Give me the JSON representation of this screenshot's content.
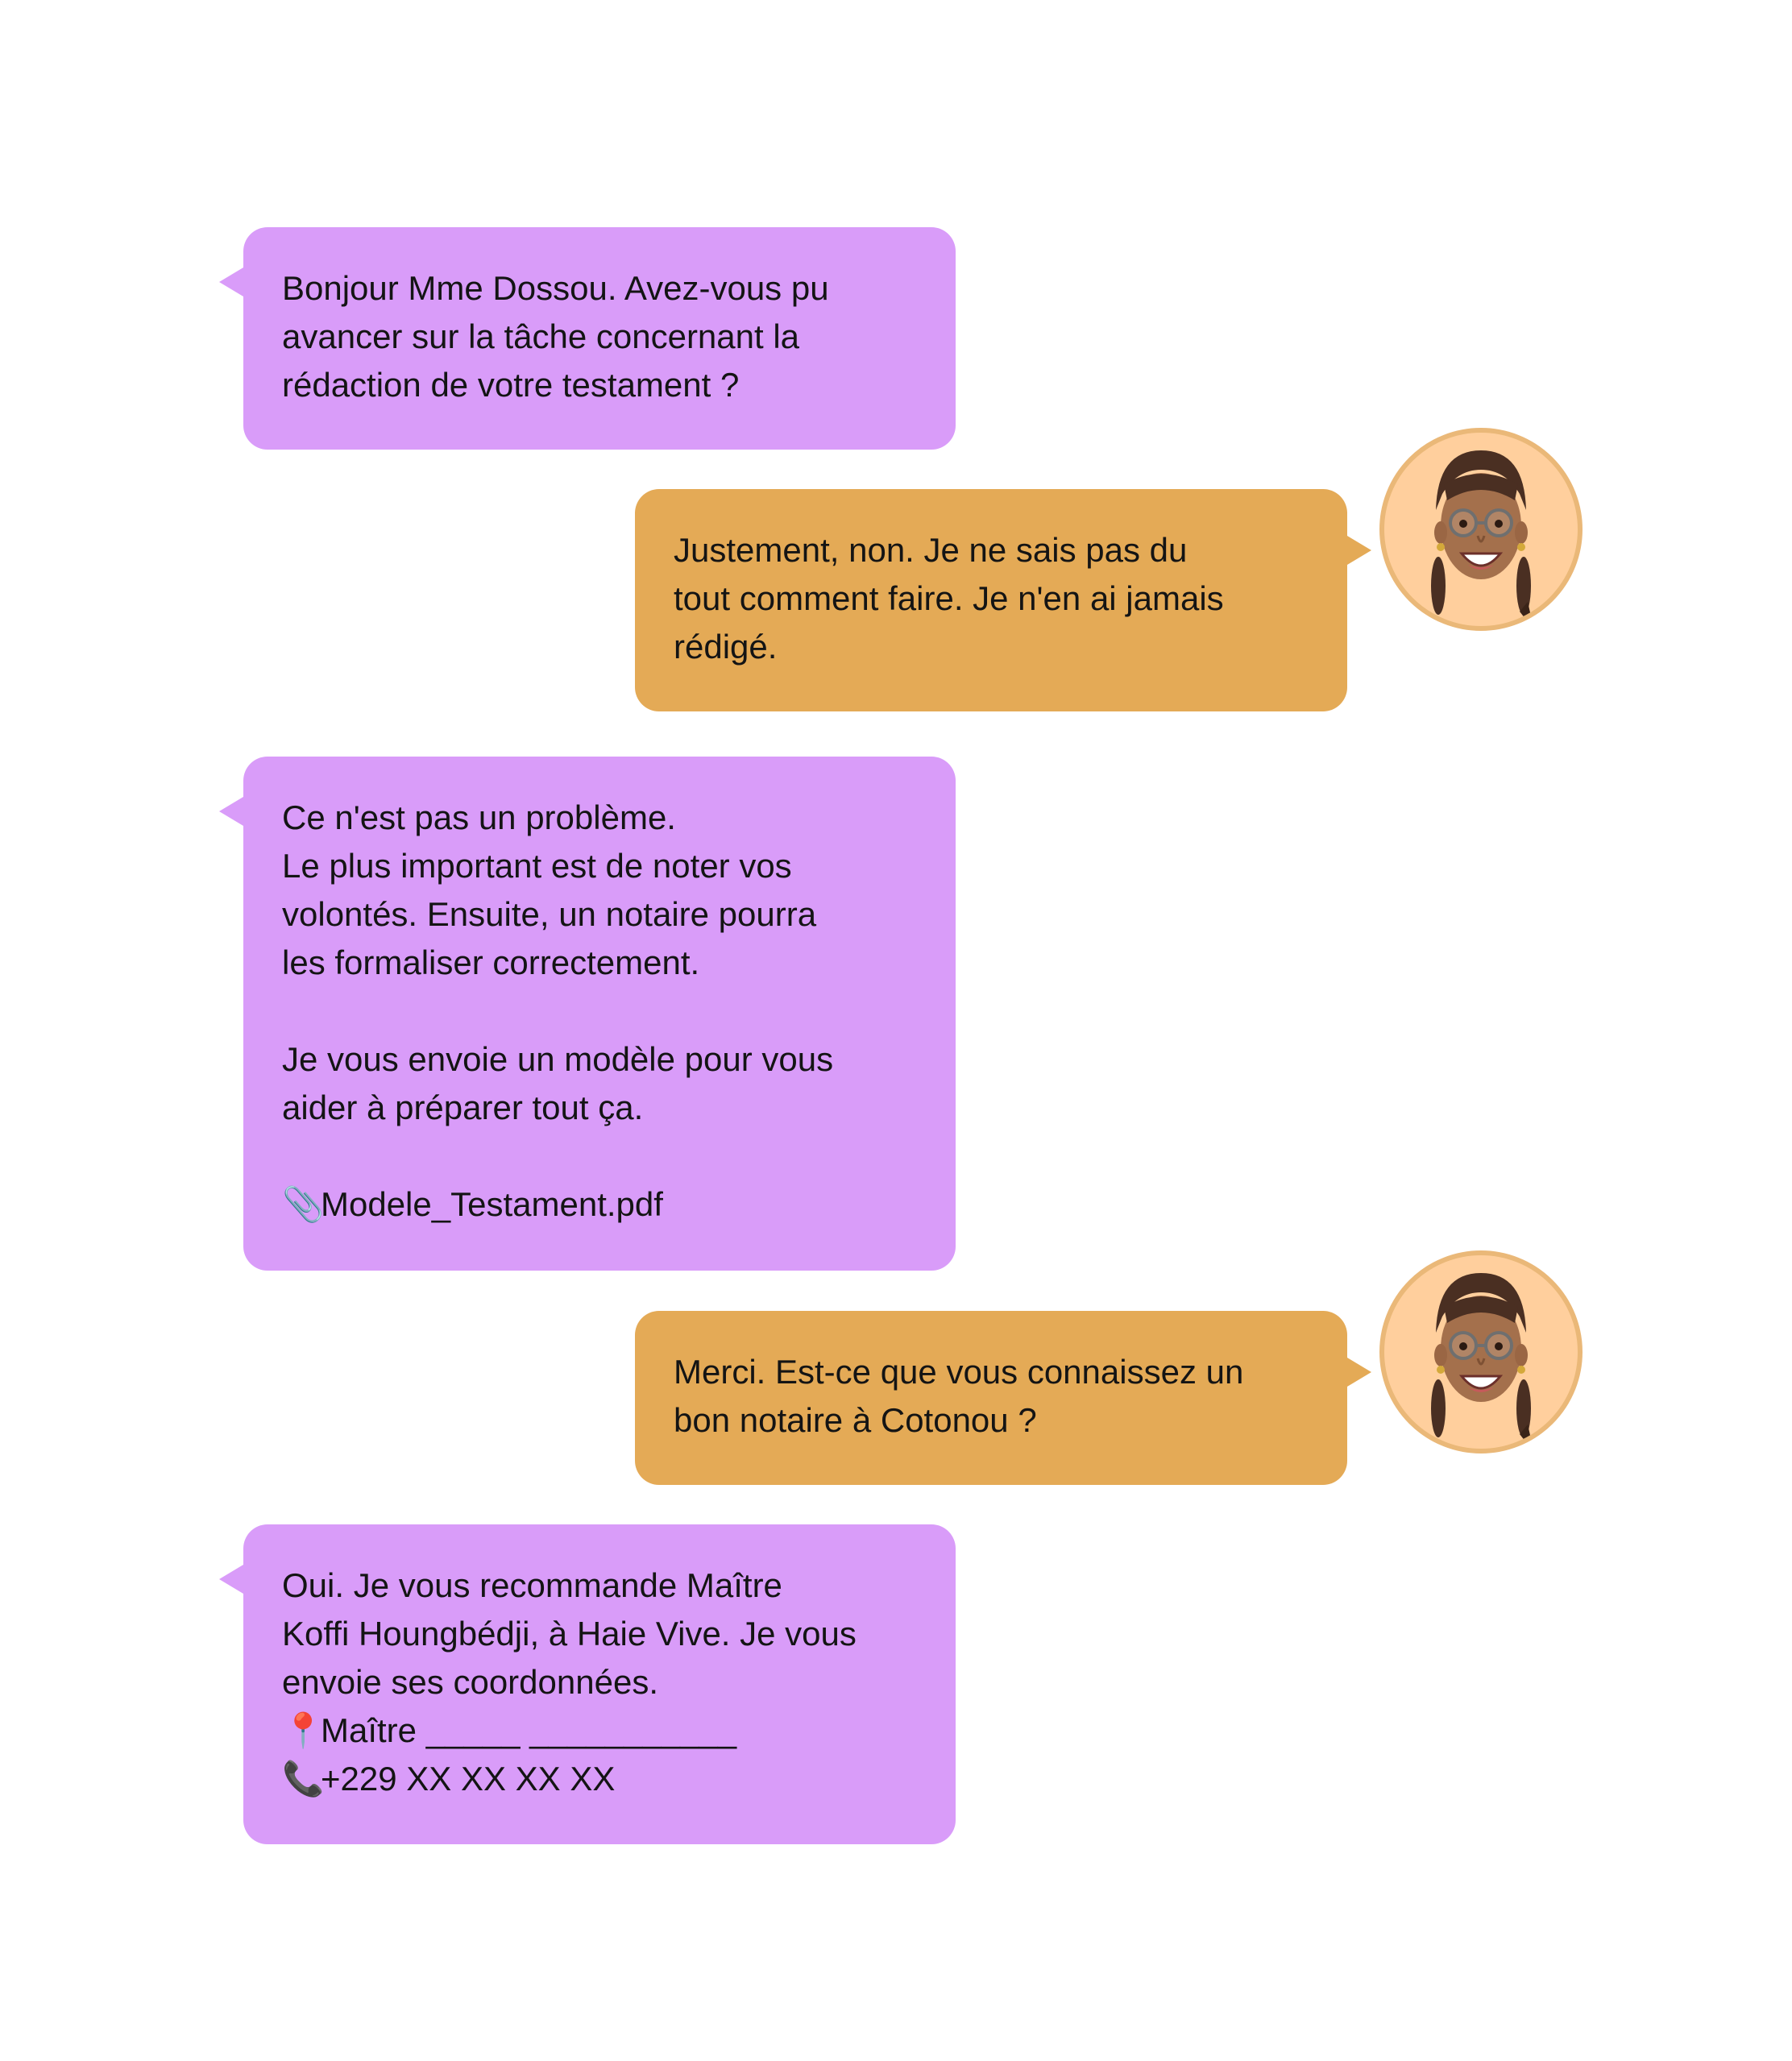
{
  "colors": {
    "incoming_bubble": "#d99cf9",
    "outgoing_bubble": "#e4aa56",
    "avatar_background": "#ffcf9d",
    "avatar_ring": "#eab878"
  },
  "messages": [
    {
      "sender": "advisor",
      "lines": [
        "Bonjour Mme Dossou. Avez-vous pu",
        "avancer sur la tâche concernant la",
        "rédaction de votre testament ?"
      ]
    },
    {
      "sender": "user",
      "avatar_icon": "memoji-woman-glasses-braids-icon",
      "lines": [
        "Justement, non. Je ne sais pas du",
        "tout comment faire. Je n'en ai jamais",
        "rédigé."
      ]
    },
    {
      "sender": "advisor",
      "lines": [
        "Ce n'est pas un problème.",
        "Le plus important est de noter vos",
        "volontés. Ensuite, un notaire pourra",
        "les formaliser correctement.",
        "",
        "Je vous envoie un modèle pour vous",
        "aider à préparer tout ça.",
        ""
      ],
      "attachment_icon": "📎",
      "attachment_name": "Modele_Testament.pdf"
    },
    {
      "sender": "user",
      "avatar_icon": "memoji-woman-glasses-braids-icon",
      "lines": [
        "Merci. Est-ce que vous connaissez un",
        "bon notaire à Cotonou ?"
      ]
    },
    {
      "sender": "advisor",
      "lines": [
        "Oui. Je vous recommande Maître",
        "Koffi Houngbédji, à Haie Vive. Je vous",
        "envoie ses coordonnées."
      ],
      "contact_name_icon": "📍",
      "contact_name": "Maître _____ ___________",
      "contact_phone_icon": "📞",
      "contact_phone": "+229 XX XX XX XX"
    }
  ]
}
